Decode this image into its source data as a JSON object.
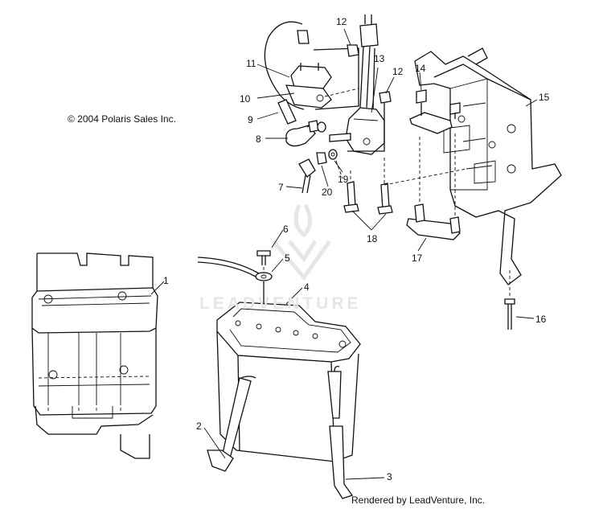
{
  "copyright": "© 2004 Polaris Sales Inc.",
  "rendered_by": "Rendered by LeadVenture, Inc.",
  "watermark": "LEADVENTURE",
  "callouts": [
    "1",
    "2",
    "3",
    "4",
    "5",
    "6",
    "7",
    "8",
    "9",
    "10",
    "11",
    "12",
    "12",
    "13",
    "14",
    "15",
    "16",
    "17",
    "18",
    "19",
    "20"
  ]
}
